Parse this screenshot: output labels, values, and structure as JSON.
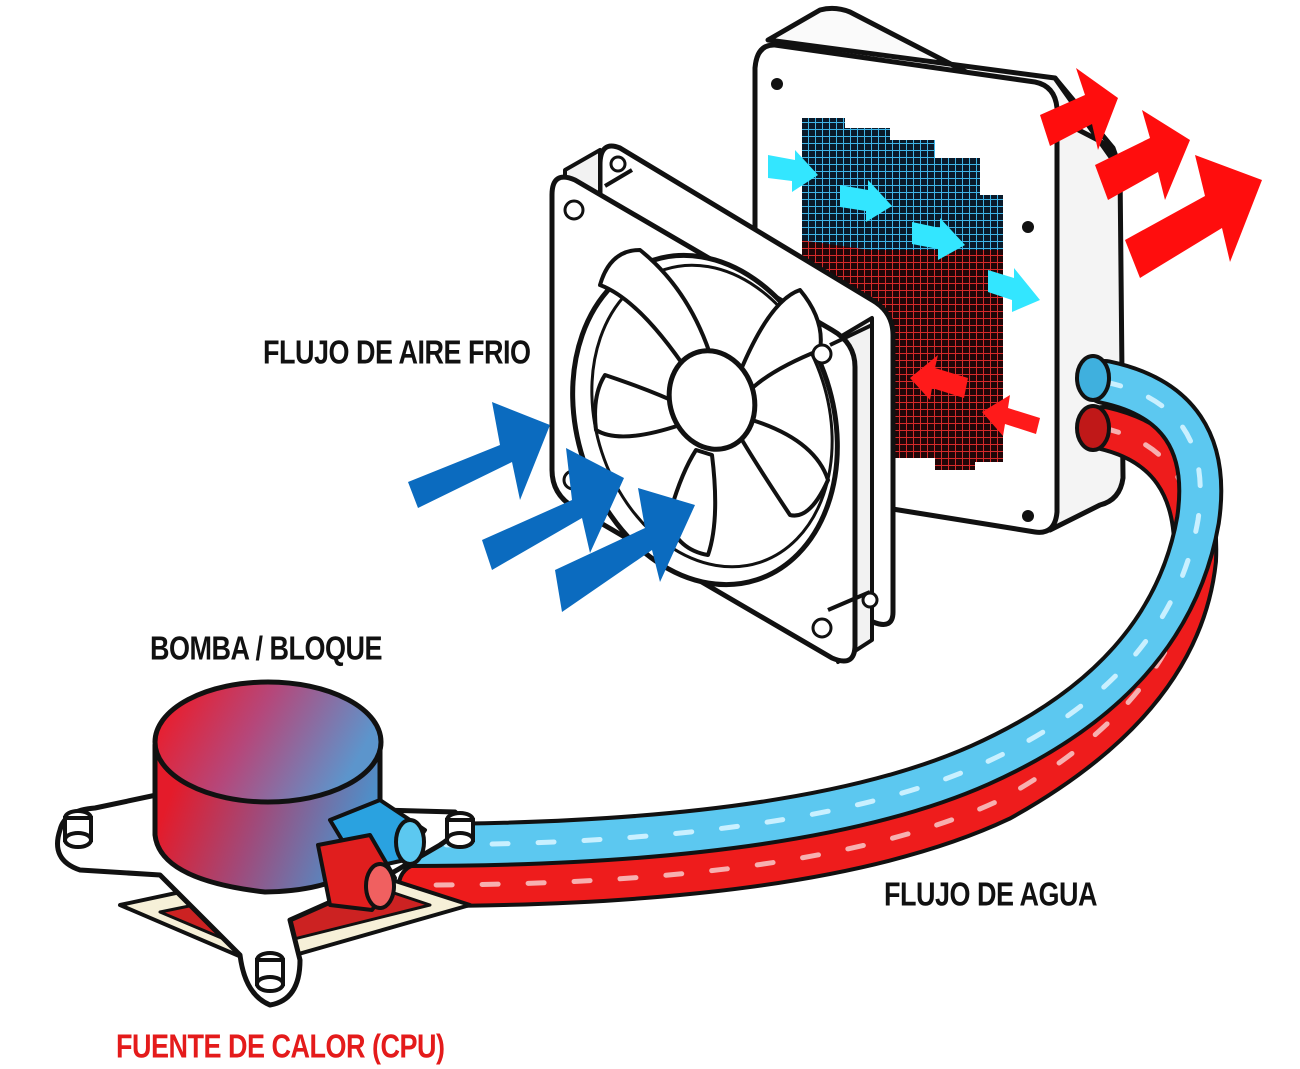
{
  "labels": {
    "cold_air_flow": "FLUJO DE AIRE FRIO",
    "pump_block": "BOMBA / BLOQUE",
    "water_flow": "FLUJO DE AGUA",
    "heat_source": "FUENTE DE CALOR (CPU)"
  },
  "colors": {
    "outline": "#111111",
    "cold_air_arrow": "#0b6bbf",
    "hot_air_arrow": "#ff1010",
    "cold_water": "#5cc8f0",
    "hot_water": "#ee1c1c",
    "radiator_blue_flow": "#33e0ff",
    "heat_label": "#e41b1b",
    "text": "#111111"
  },
  "icons": {
    "fan": "fan-icon",
    "radiator": "radiator-icon",
    "pump": "pump-block-icon",
    "cpu": "cpu-icon"
  }
}
